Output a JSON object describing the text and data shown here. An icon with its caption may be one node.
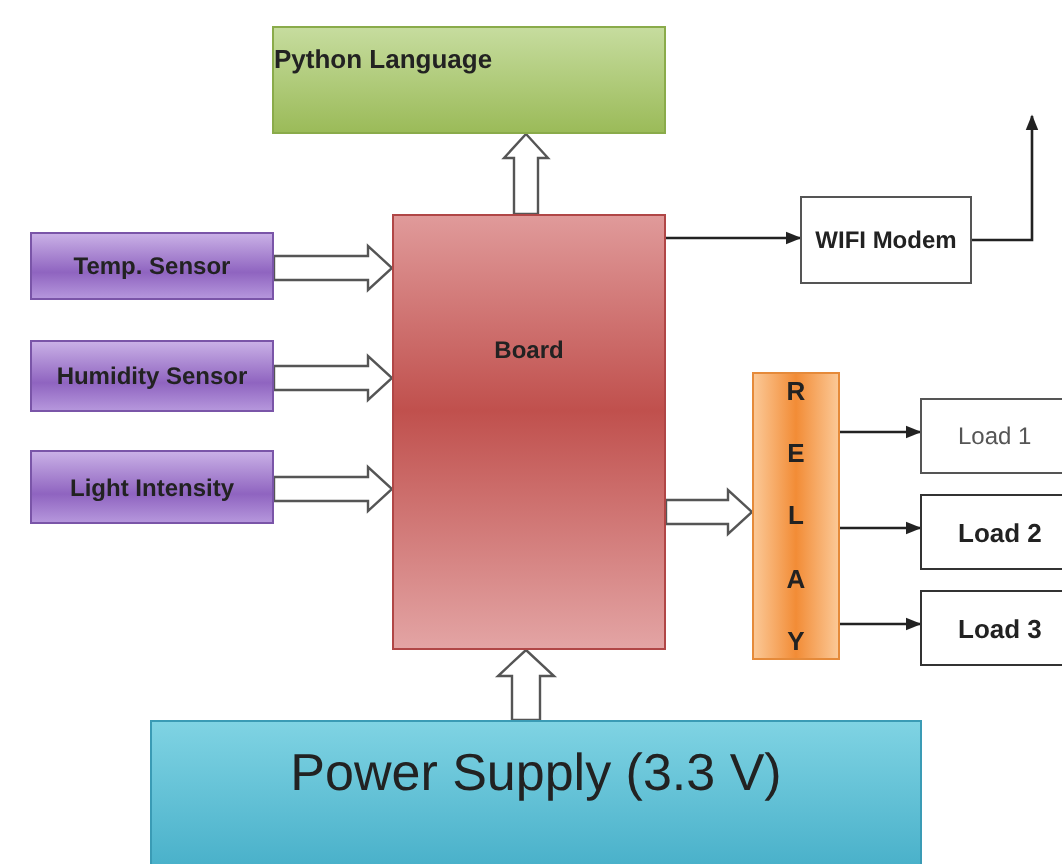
{
  "diagram": {
    "nodes": [
      {
        "text": [
          "Python Language"
        ]
      },
      {
        "text": [
          "Temp. Sensor"
        ]
      },
      {
        "text": [
          "Humidity Sensor"
        ]
      },
      {
        "text": [
          "Light Intensity"
        ]
      },
      {
        "text": [
          "Board"
        ]
      },
      {
        "text": [
          "WIFI Modem"
        ]
      },
      {
        "text": [
          "RELAY"
        ]
      },
      {
        "text": [
          "Load 1"
        ]
      },
      {
        "text": [
          "Load 2"
        ]
      },
      {
        "text": [
          "Load 3"
        ]
      },
      {
        "text": [
          "Power Supply (3.3 V)"
        ]
      }
    ],
    "edges": [
      {
        "from": 4,
        "to": 0,
        "arrow": "to",
        "style": "thick"
      },
      {
        "from": 1,
        "to": 4,
        "arrow": "to",
        "style": "thick"
      },
      {
        "from": 2,
        "to": 4,
        "arrow": "to",
        "style": "thick"
      },
      {
        "from": 3,
        "to": 4,
        "arrow": "to",
        "style": "thick"
      },
      {
        "from": 4,
        "to": 5,
        "arrow": "to"
      },
      {
        "from": 5,
        "to": null,
        "arrow": "to"
      },
      {
        "from": 4,
        "to": 6,
        "arrow": "to",
        "style": "thick"
      },
      {
        "from": 6,
        "to": 7,
        "arrow": "to"
      },
      {
        "from": 6,
        "to": 8,
        "arrow": "to"
      },
      {
        "from": 6,
        "to": 9,
        "arrow": "to"
      },
      {
        "from": 10,
        "to": 4,
        "arrow": "to",
        "style": "thick"
      }
    ]
  }
}
